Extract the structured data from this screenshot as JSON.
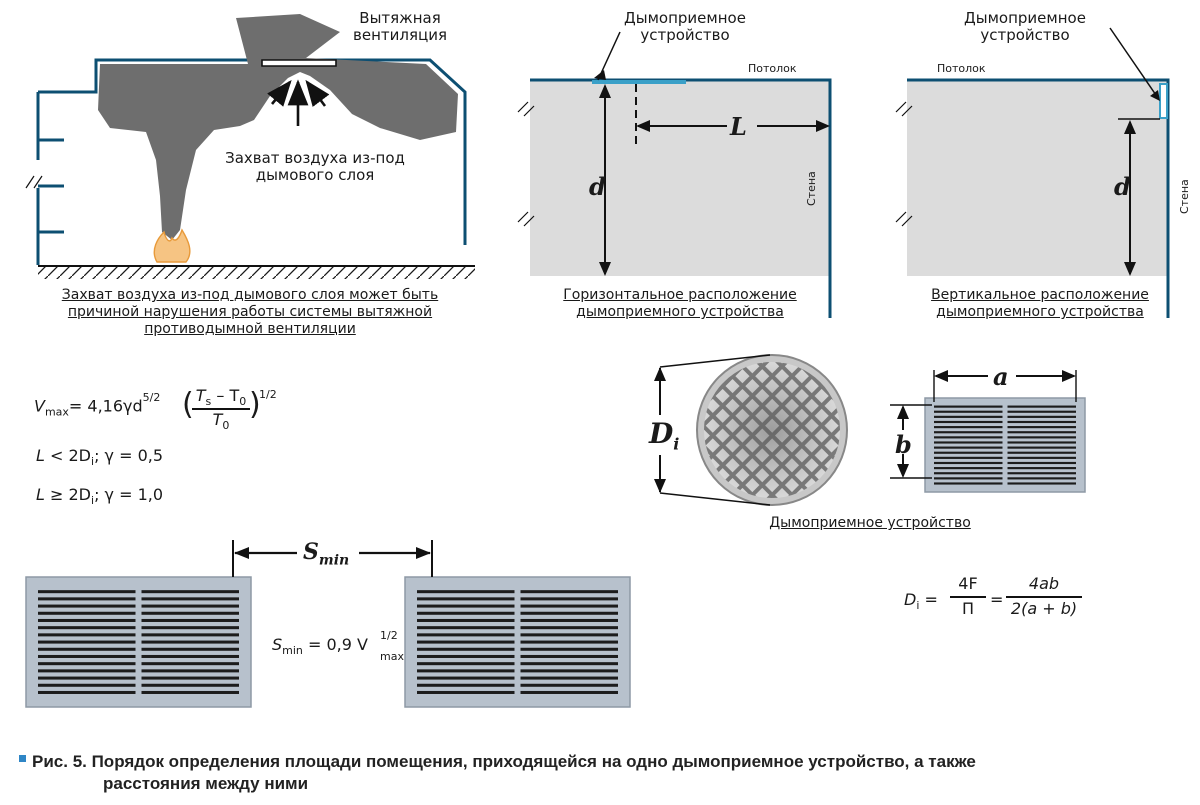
{
  "panel1": {
    "exhaust_label_l1": "Вытяжная",
    "exhaust_label_l2": "вентиляция",
    "capture_label_l1": "Захват воздуха из-под",
    "capture_label_l2": "дымового слоя",
    "caption_l1": "Захват воздуха из-под дымового слоя может быть",
    "caption_l2": "причиной нарушения работы системы вытяжной",
    "caption_l3": "противодымной вентиляции"
  },
  "panel2": {
    "device_label_l1": "Дымоприемное",
    "device_label_l2": "устройство",
    "ceiling": "Потолок",
    "wall": "Стена",
    "dim_L": "L",
    "dim_d": "d",
    "caption_l1": "Горизонтальное расположение",
    "caption_l2": "дымоприемного устройства"
  },
  "panel3": {
    "device_label_l1": "Дымоприемное",
    "device_label_l2": "устройство",
    "ceiling": "Потолок",
    "wall": "Стена",
    "dim_d": "d",
    "caption_l1": "Вертикальное расположение",
    "caption_l2": "дымоприемного устройства"
  },
  "formulas": {
    "vmax": {
      "lhs": "V",
      "lhs_sub": "max",
      "coef": "= 4,16γd",
      "exp": "5/2",
      "num": "T",
      "num_sub": "s",
      "minus": " – T",
      "minus_sub": "0",
      "den": "T",
      "den_sub": "0",
      "outer_exp": "1/2"
    },
    "cond1": {
      "l": "L",
      "rel": " < 2D",
      "sub": "i",
      "rest": "; γ = 0,5"
    },
    "cond2": {
      "l": "L",
      "rel": " ≥ 2D",
      "sub": "i",
      "rest": "; γ = 1,0"
    },
    "smin": {
      "lhs": "S",
      "lhs_sub": "min",
      "mid": " = 0,9 V",
      "sup": "1/2",
      "sub": "max"
    },
    "di": {
      "lhs": "D",
      "lhs_sub": "i",
      "eq": "=",
      "n1": "4F",
      "d1": "П",
      "n2": "4ab",
      "d2": "2(a + b)"
    }
  },
  "devices": {
    "dim_Di": "D",
    "dim_Di_sub": "i",
    "dim_a": "a",
    "dim_b": "b",
    "caption": "Дымоприемное устройство"
  },
  "spacing": {
    "dim_S": "S",
    "dim_S_sub": "min"
  },
  "figure_caption_l1": "Рис. 5. Порядок определения площади помещения, приходящейся на одно дымоприемное устройство, а также",
  "figure_caption_l2": "расстояния между ними",
  "colors": {
    "smoke": "#6e6e6e",
    "room_gray": "#dcdcdc",
    "blue_line": "#0d4f72",
    "accent_square": "#2f86c6",
    "grille_frame": "#b7c1cc",
    "grille_slot": "#1c1c1c"
  }
}
